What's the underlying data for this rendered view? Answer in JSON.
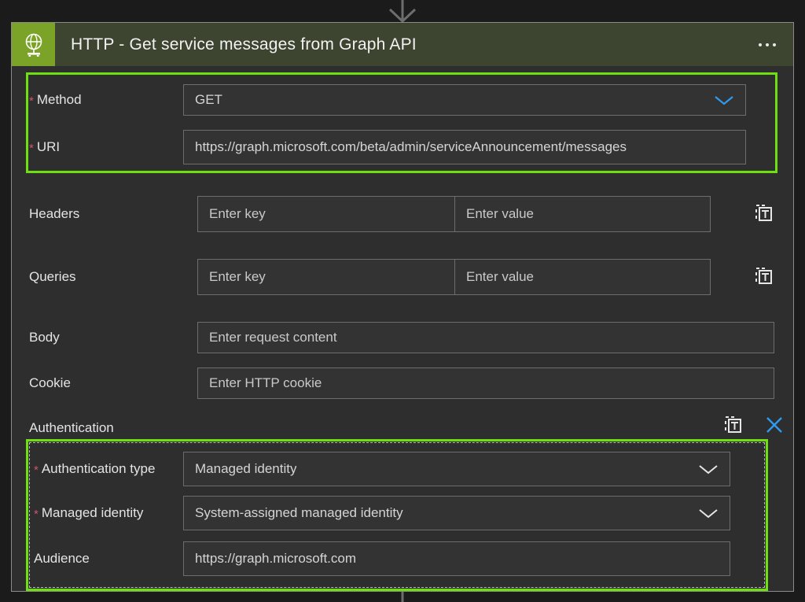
{
  "card": {
    "icon": "globe-network-icon",
    "icon_bg": "#7ba328",
    "header_bg": "#3d4430",
    "title": "HTTP - Get service messages from Graph API",
    "overflow_menu": "more-options"
  },
  "accent": {
    "highlight_green": "#6ee010",
    "required_star": "#d0536b",
    "link_blue": "#2f9bf0",
    "field_bg": "#333333",
    "card_bg": "#2e2e2e"
  },
  "fields": {
    "method": {
      "label": "Method",
      "required": true,
      "value": "GET",
      "control": "dropdown",
      "chevron": "chevron-down-icon"
    },
    "uri": {
      "label": "URI",
      "required": true,
      "value": "https://graph.microsoft.com/beta/admin/serviceAnnouncement/messages",
      "control": "text"
    },
    "headers": {
      "label": "Headers",
      "key_placeholder": "Enter key",
      "value_placeholder": "Enter value",
      "switch_icon": "switch-to-text-mode-icon"
    },
    "queries": {
      "label": "Queries",
      "key_placeholder": "Enter key",
      "value_placeholder": "Enter value",
      "switch_icon": "switch-to-text-mode-icon"
    },
    "body": {
      "label": "Body",
      "placeholder": "Enter request content"
    },
    "cookie": {
      "label": "Cookie",
      "placeholder": "Enter HTTP cookie"
    }
  },
  "authentication": {
    "section_label": "Authentication",
    "switch_icon": "switch-to-text-mode-icon",
    "close_icon": "close-icon",
    "auth_type": {
      "label": "Authentication type",
      "required": true,
      "value": "Managed identity",
      "control": "dropdown",
      "chevron": "chevron-down-icon"
    },
    "managed_identity": {
      "label": "Managed identity",
      "required": true,
      "value": "System-assigned managed identity",
      "control": "dropdown",
      "chevron": "chevron-down-icon"
    },
    "audience": {
      "label": "Audience",
      "required": false,
      "value": "https://graph.microsoft.com",
      "control": "text"
    }
  },
  "connectors": {
    "incoming_arrow": "arrow-down-icon",
    "outgoing_line": "connector-line"
  }
}
